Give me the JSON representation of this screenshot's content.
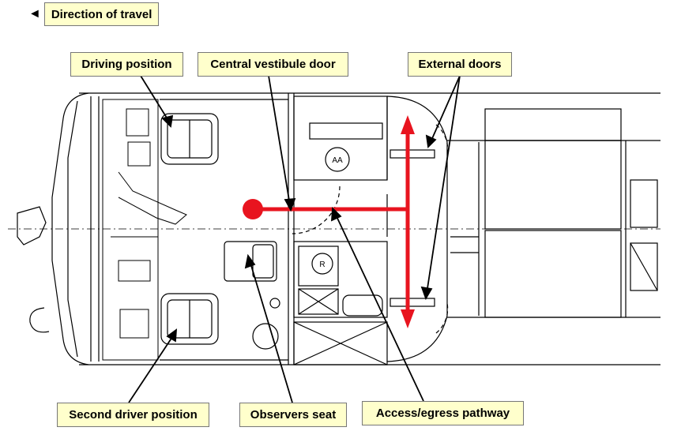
{
  "legend": {
    "arrow_glyph": "◄",
    "label": "Direction of travel"
  },
  "labels": {
    "driving_position": "Driving position",
    "central_vestibule_door": "Central vestibule door",
    "external_doors": "External doors",
    "second_driver_position": "Second driver position",
    "observers_seat": "Observers seat",
    "access_pathway": "Access/egress pathway"
  },
  "plan_marks": {
    "aa": "AA",
    "r": "R"
  },
  "colors": {
    "pathway": "#e8141f",
    "label_bg": "#ffffcc",
    "line": "#000000"
  }
}
